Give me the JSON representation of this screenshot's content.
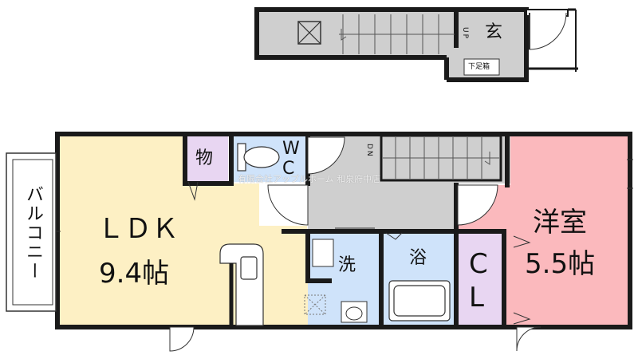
{
  "rooms": {
    "ldk_name": "ＬＤＫ",
    "ldk_size": "9.4帖",
    "western_name": "洋室",
    "western_size": "5.5帖",
    "storage": "物",
    "wc_w": "W",
    "wc_c": "C",
    "wash": "洗",
    "bath": "浴",
    "closet_c": "C",
    "closet_l": "L",
    "entrance": "玄",
    "shoe_box": "下足箱",
    "balcony": "バルコニー"
  },
  "stairs": {
    "up": "UP",
    "down": "DN"
  },
  "watermark": "有限会社アップルホーム 和泉府中店",
  "colors": {
    "ldk": "#fdf0c4",
    "western": "#fbb9bd",
    "storage": "#e8d6f2",
    "wet": "#cfe3fa",
    "corridor": "#cfcfcf",
    "wall": "#1a1a1a"
  }
}
